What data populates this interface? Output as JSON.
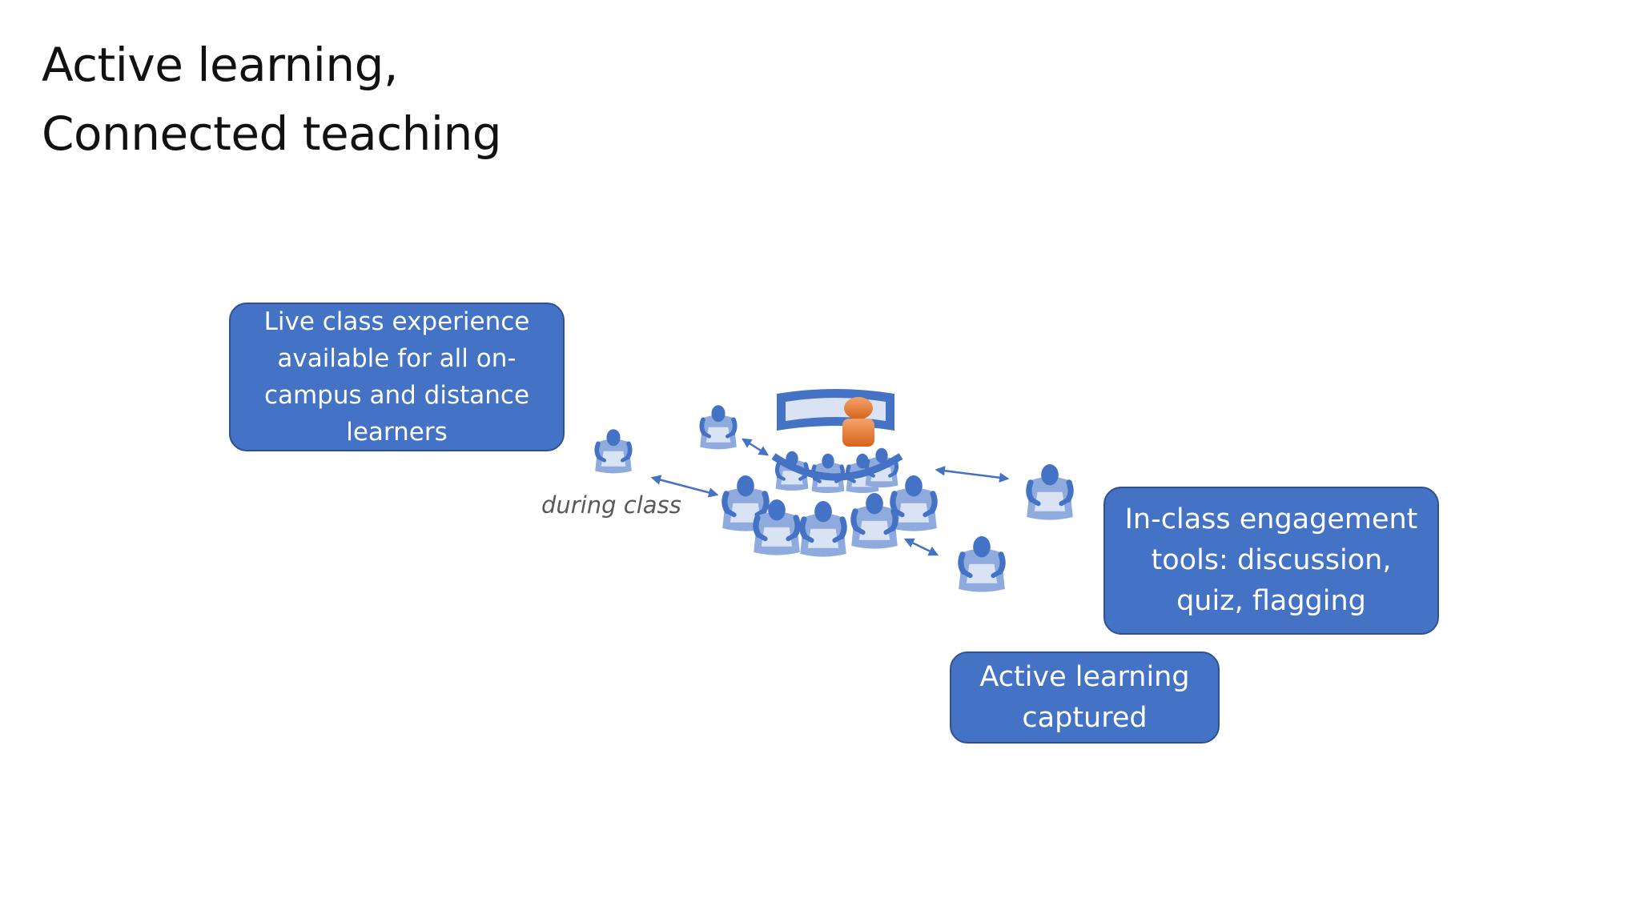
{
  "slide": {
    "title_line_1": "Active learning,",
    "title_line_2": "Connected teaching"
  },
  "callouts": {
    "live_class": "Live class experience\navailable for all on-\ncampus and distance\nlearners",
    "engagement_tools": "In-class engagement\ntools: discussion,\nquiz, flagging",
    "active_learning_captured": "Active learning\ncaptured"
  },
  "labels": {
    "during_class": "during class"
  },
  "colors": {
    "callout_fill": "#4472c4",
    "callout_border": "#2f528f",
    "student_icon": "#8faadc",
    "student_head": "#4472c4",
    "instructor_icon": "#ed7d31",
    "arrow": "#4472c4"
  },
  "icons": {
    "student": "student-icon",
    "instructor": "instructor-icon",
    "screen": "screen-icon",
    "arrow": "double-arrow-icon"
  }
}
